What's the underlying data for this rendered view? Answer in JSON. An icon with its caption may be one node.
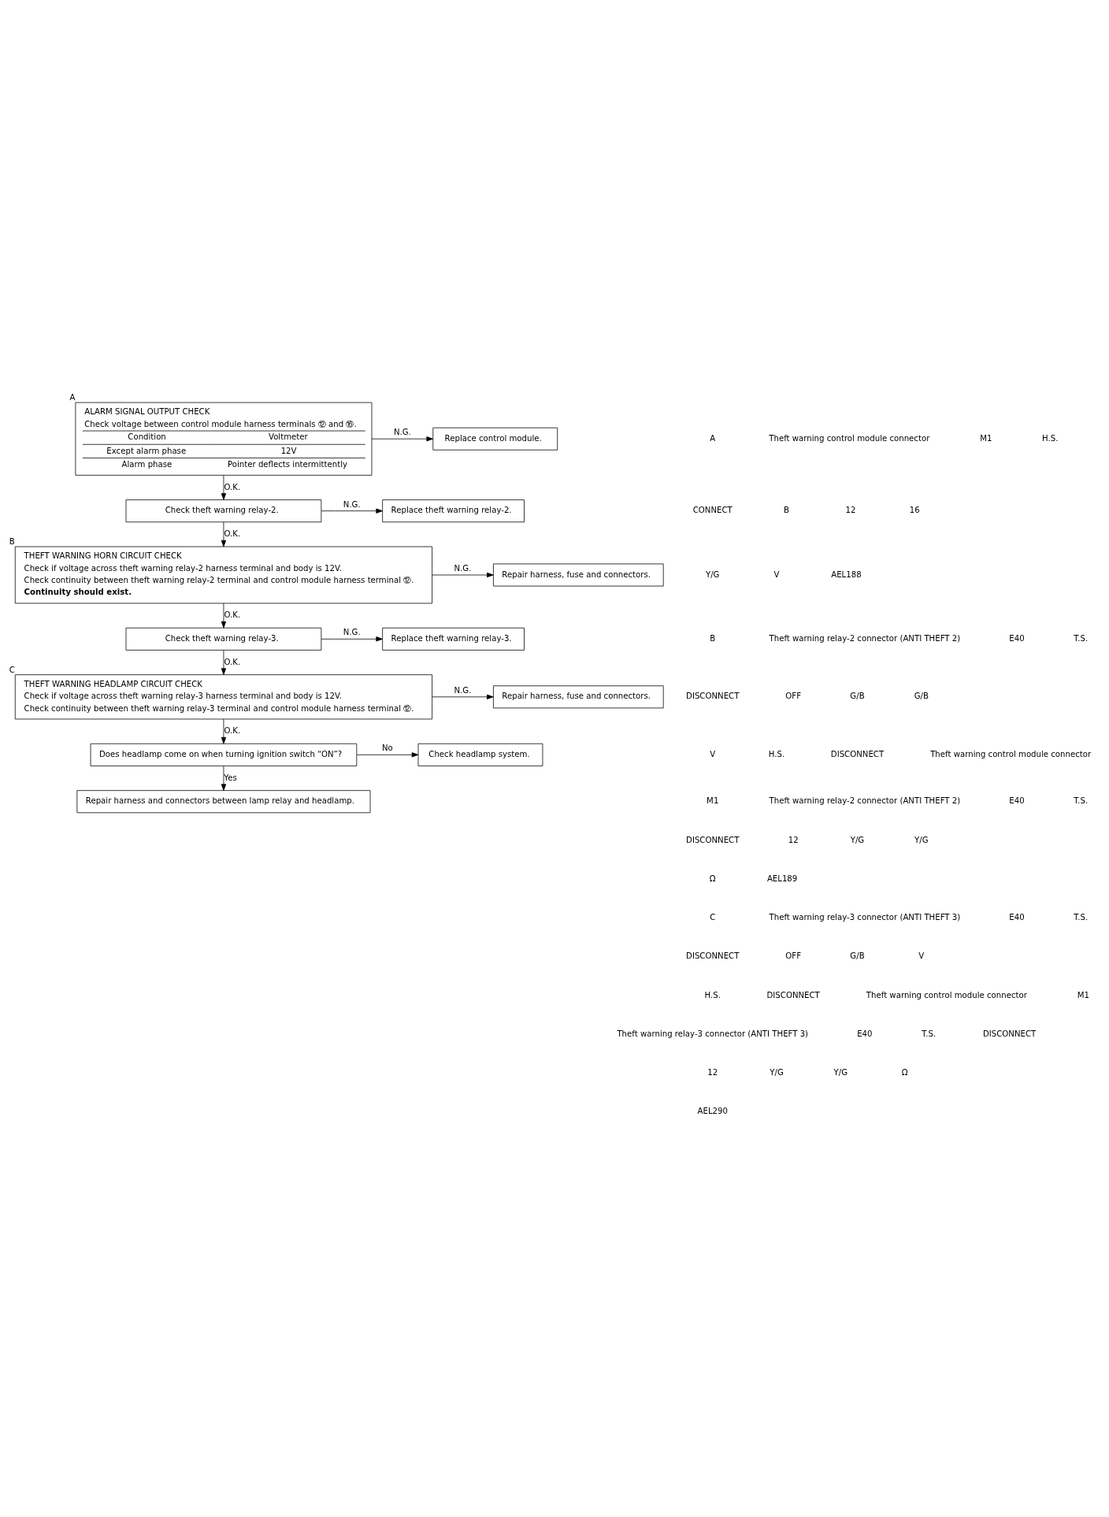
{
  "diagram": {
    "nodes": [
      {
        "text": [
          "ALARM SIGNAL OUTPUT CHECK",
          "Check voltage between control module harness terminals ⑫ and ⑯.",
          "Condition",
          "Voltmeter",
          "Except alarm phase",
          "12V",
          "Alarm phase",
          "Pointer deflects intermittently"
        ],
        "beside": [
          "A"
        ]
      },
      {
        "text": [
          "Replace control module."
        ]
      },
      {
        "text": [
          "Check theft warning relay-2."
        ]
      },
      {
        "text": [
          "Replace theft warning relay-2."
        ]
      },
      {
        "text": [
          "THEFT WARNING HORN CIRCUIT CHECK",
          "Check if voltage across theft warning relay-2 harness terminal and body is 12V.",
          "Check continuity between theft warning relay-2 terminal and control module harness terminal ⑫.",
          "Continuity should exist."
        ],
        "beside": [
          "B"
        ]
      },
      {
        "text": [
          "Repair harness, fuse and connectors."
        ]
      },
      {
        "text": [
          "Check theft warning relay-3."
        ]
      },
      {
        "text": [
          "Replace theft warning relay-3."
        ]
      },
      {
        "text": [
          "THEFT WARNING HEADLAMP CIRCUIT CHECK",
          "Check if voltage across theft warning relay-3 harness terminal and body is 12V.",
          "Check continuity between theft warning relay-3 terminal and control module harness terminal ⑫."
        ],
        "beside": [
          "C"
        ]
      },
      {
        "text": [
          "Repair harness, fuse and connectors."
        ]
      },
      {
        "text": [
          "Does headlamp come on when turning ignition switch “ON”?"
        ]
      },
      {
        "text": [
          "Check headlamp system."
        ]
      },
      {
        "text": [
          "Repair harness and connectors between lamp relay and headlamp."
        ]
      }
    ],
    "edges": [
      {
        "from": 0,
        "to": 1,
        "arrow": "to",
        "label": "N.G."
      },
      {
        "from": 0,
        "to": 2,
        "arrow": "to",
        "label": "O.K."
      },
      {
        "from": 2,
        "to": 3,
        "arrow": "to",
        "label": "N.G."
      },
      {
        "from": 2,
        "to": 4,
        "arrow": "to",
        "label": "O.K."
      },
      {
        "from": 4,
        "to": 5,
        "arrow": "to",
        "label": "N.G."
      },
      {
        "from": 4,
        "to": 6,
        "arrow": "to",
        "label": "O.K."
      },
      {
        "from": 6,
        "to": 7,
        "arrow": "to",
        "label": "N.G."
      },
      {
        "from": 6,
        "to": 8,
        "arrow": "to",
        "label": "O.K."
      },
      {
        "from": 8,
        "to": 9,
        "arrow": "to",
        "label": "N.G."
      },
      {
        "from": 8,
        "to": 10,
        "arrow": "to",
        "label": "O.K."
      },
      {
        "from": 10,
        "to": 11,
        "arrow": "to",
        "label": "No"
      },
      {
        "from": 10,
        "to": 12,
        "arrow": "to",
        "label": "Yes"
      }
    ],
    "labels": [
      "A",
      "Theft warning control module connector",
      "M1",
      "H.S.",
      "CONNECT",
      "B",
      "12",
      "16",
      "Y/G",
      "V",
      "AEL188",
      "B",
      "Theft warning relay-2 connector (ANTI THEFT 2)",
      "E40",
      "T.S.",
      "DISCONNECT",
      "OFF",
      "G/B",
      "G/B",
      "V",
      "H.S.",
      "DISCONNECT",
      "Theft warning control module connector",
      "M1",
      "Theft warning relay-2 connector (ANTI THEFT 2)",
      "E40",
      "T.S.",
      "DISCONNECT",
      "12",
      "Y/G",
      "Y/G",
      "Ω",
      "AEL189",
      "C",
      "Theft warning relay-3 connector (ANTI THEFT 3)",
      "E40",
      "T.S.",
      "DISCONNECT",
      "OFF",
      "G/B",
      "V",
      "H.S.",
      "DISCONNECT",
      "Theft warning control module connector",
      "M1",
      "Theft warning relay-3 connector (ANTI THEFT 3)",
      "E40",
      "T.S.",
      "DISCONNECT",
      "12",
      "Y/G",
      "Y/G",
      "Ω",
      "AEL290"
    ]
  }
}
